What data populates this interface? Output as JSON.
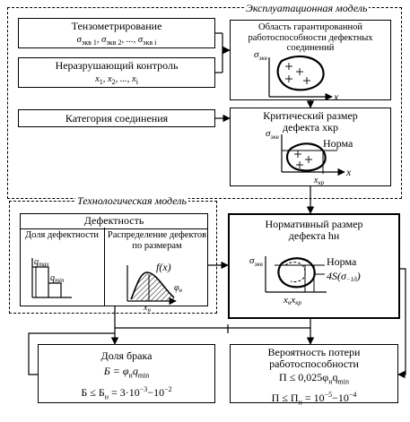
{
  "models": {
    "operational": "Эксплуатационная модель",
    "technological": "Технологическая модель"
  },
  "inputs": {
    "tenzo": {
      "title": "Тензометрирование",
      "formula": "σэкв 1, σэкв 2, ..., σэкв i"
    },
    "ndt": {
      "title": "Неразрушающий контроль",
      "formula": "x1, x2, ..., xi"
    },
    "category": {
      "title": "Категория соединения"
    }
  },
  "area_box": {
    "title": "Область гарантированной работоспособности дефектных соединений",
    "sigma": "σэкв",
    "x": "x"
  },
  "critical_box": {
    "title": "Критический размер дефекта xкр",
    "norma": "Норма",
    "sigma": "σэкв",
    "x": "x",
    "xkr": "xкр"
  },
  "defect_box": {
    "title": "Дефектность",
    "share": {
      "title": "Доля дефектности",
      "qmax": "qmax",
      "qmin": "qmin"
    },
    "distribution": {
      "title": "Распределение дефектов по размерам",
      "fx": "f(x)",
      "phi": "φн",
      "xn": "xн"
    }
  },
  "normative_box": {
    "title": "Нормативный размер дефекта hн",
    "norma": "Норма",
    "formula": "4S(σ-1д)",
    "sigma": "σэкв",
    "xaxis": "xн xкр"
  },
  "reject_box": {
    "title": "Доля брака",
    "line1": "Б = φнqmin",
    "line2": "Б ≤ Бн = 3·10⁻³−10⁻²"
  },
  "loss_box": {
    "title": "Вероятность потери работоспособности",
    "line1": "П ≤ 0,025φнqmin",
    "line2": "П ≤ Пн = 10⁻⁵−10⁻⁴"
  }
}
